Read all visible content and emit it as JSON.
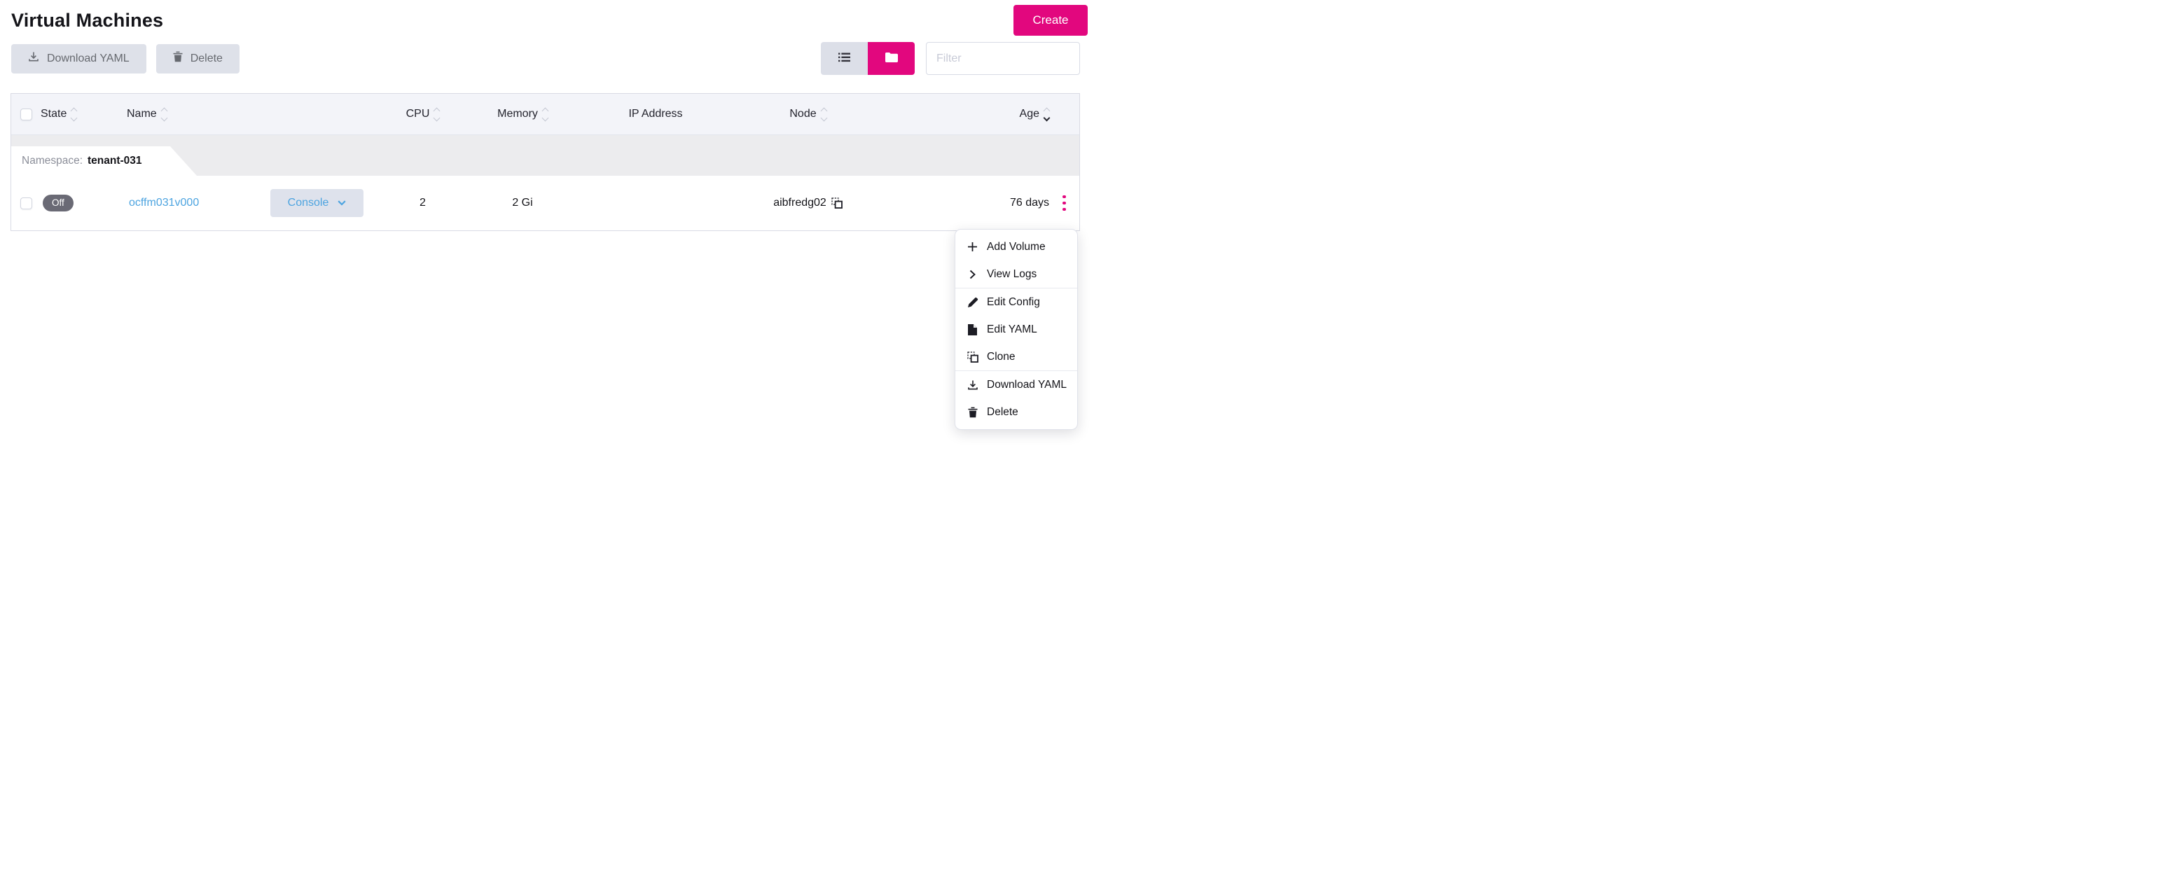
{
  "page": {
    "title": "Virtual Machines"
  },
  "toolbar": {
    "create_label": "Create",
    "download_yaml_label": "Download YAML",
    "delete_label": "Delete",
    "filter_placeholder": "Filter"
  },
  "table": {
    "headers": {
      "state": "State",
      "name": "Name",
      "cpu": "CPU",
      "memory": "Memory",
      "ip_address": "IP Address",
      "node": "Node",
      "age": "Age"
    },
    "sort": {
      "active_column": "Age",
      "direction": "desc"
    },
    "group": {
      "label": "Namespace:",
      "name": "tenant-031"
    },
    "row": {
      "state": "Off",
      "name": "ocffm031v000",
      "console_label": "Console",
      "cpu": "2",
      "memory": "2 Gi",
      "ip_address": "",
      "node": "aibfredg02",
      "age": "76 days"
    }
  },
  "context_menu": {
    "groups": [
      {
        "items": [
          {
            "icon": "plus-icon",
            "label": "Add Volume"
          },
          {
            "icon": "chevron-right-icon",
            "label": "View Logs"
          }
        ]
      },
      {
        "items": [
          {
            "icon": "pencil-icon",
            "label": "Edit Config"
          },
          {
            "icon": "file-icon",
            "label": "Edit YAML"
          },
          {
            "icon": "copy-icon",
            "label": "Clone"
          }
        ]
      },
      {
        "items": [
          {
            "icon": "download-icon",
            "label": "Download YAML"
          },
          {
            "icon": "trash-icon",
            "label": "Delete"
          }
        ]
      }
    ]
  },
  "colors": {
    "primary_pink": "#e2077e",
    "link_blue": "#4da4e0",
    "badge_off_bg": "#6a6a75",
    "header_bg": "#f3f4f9",
    "group_row_bg": "#ececee"
  }
}
